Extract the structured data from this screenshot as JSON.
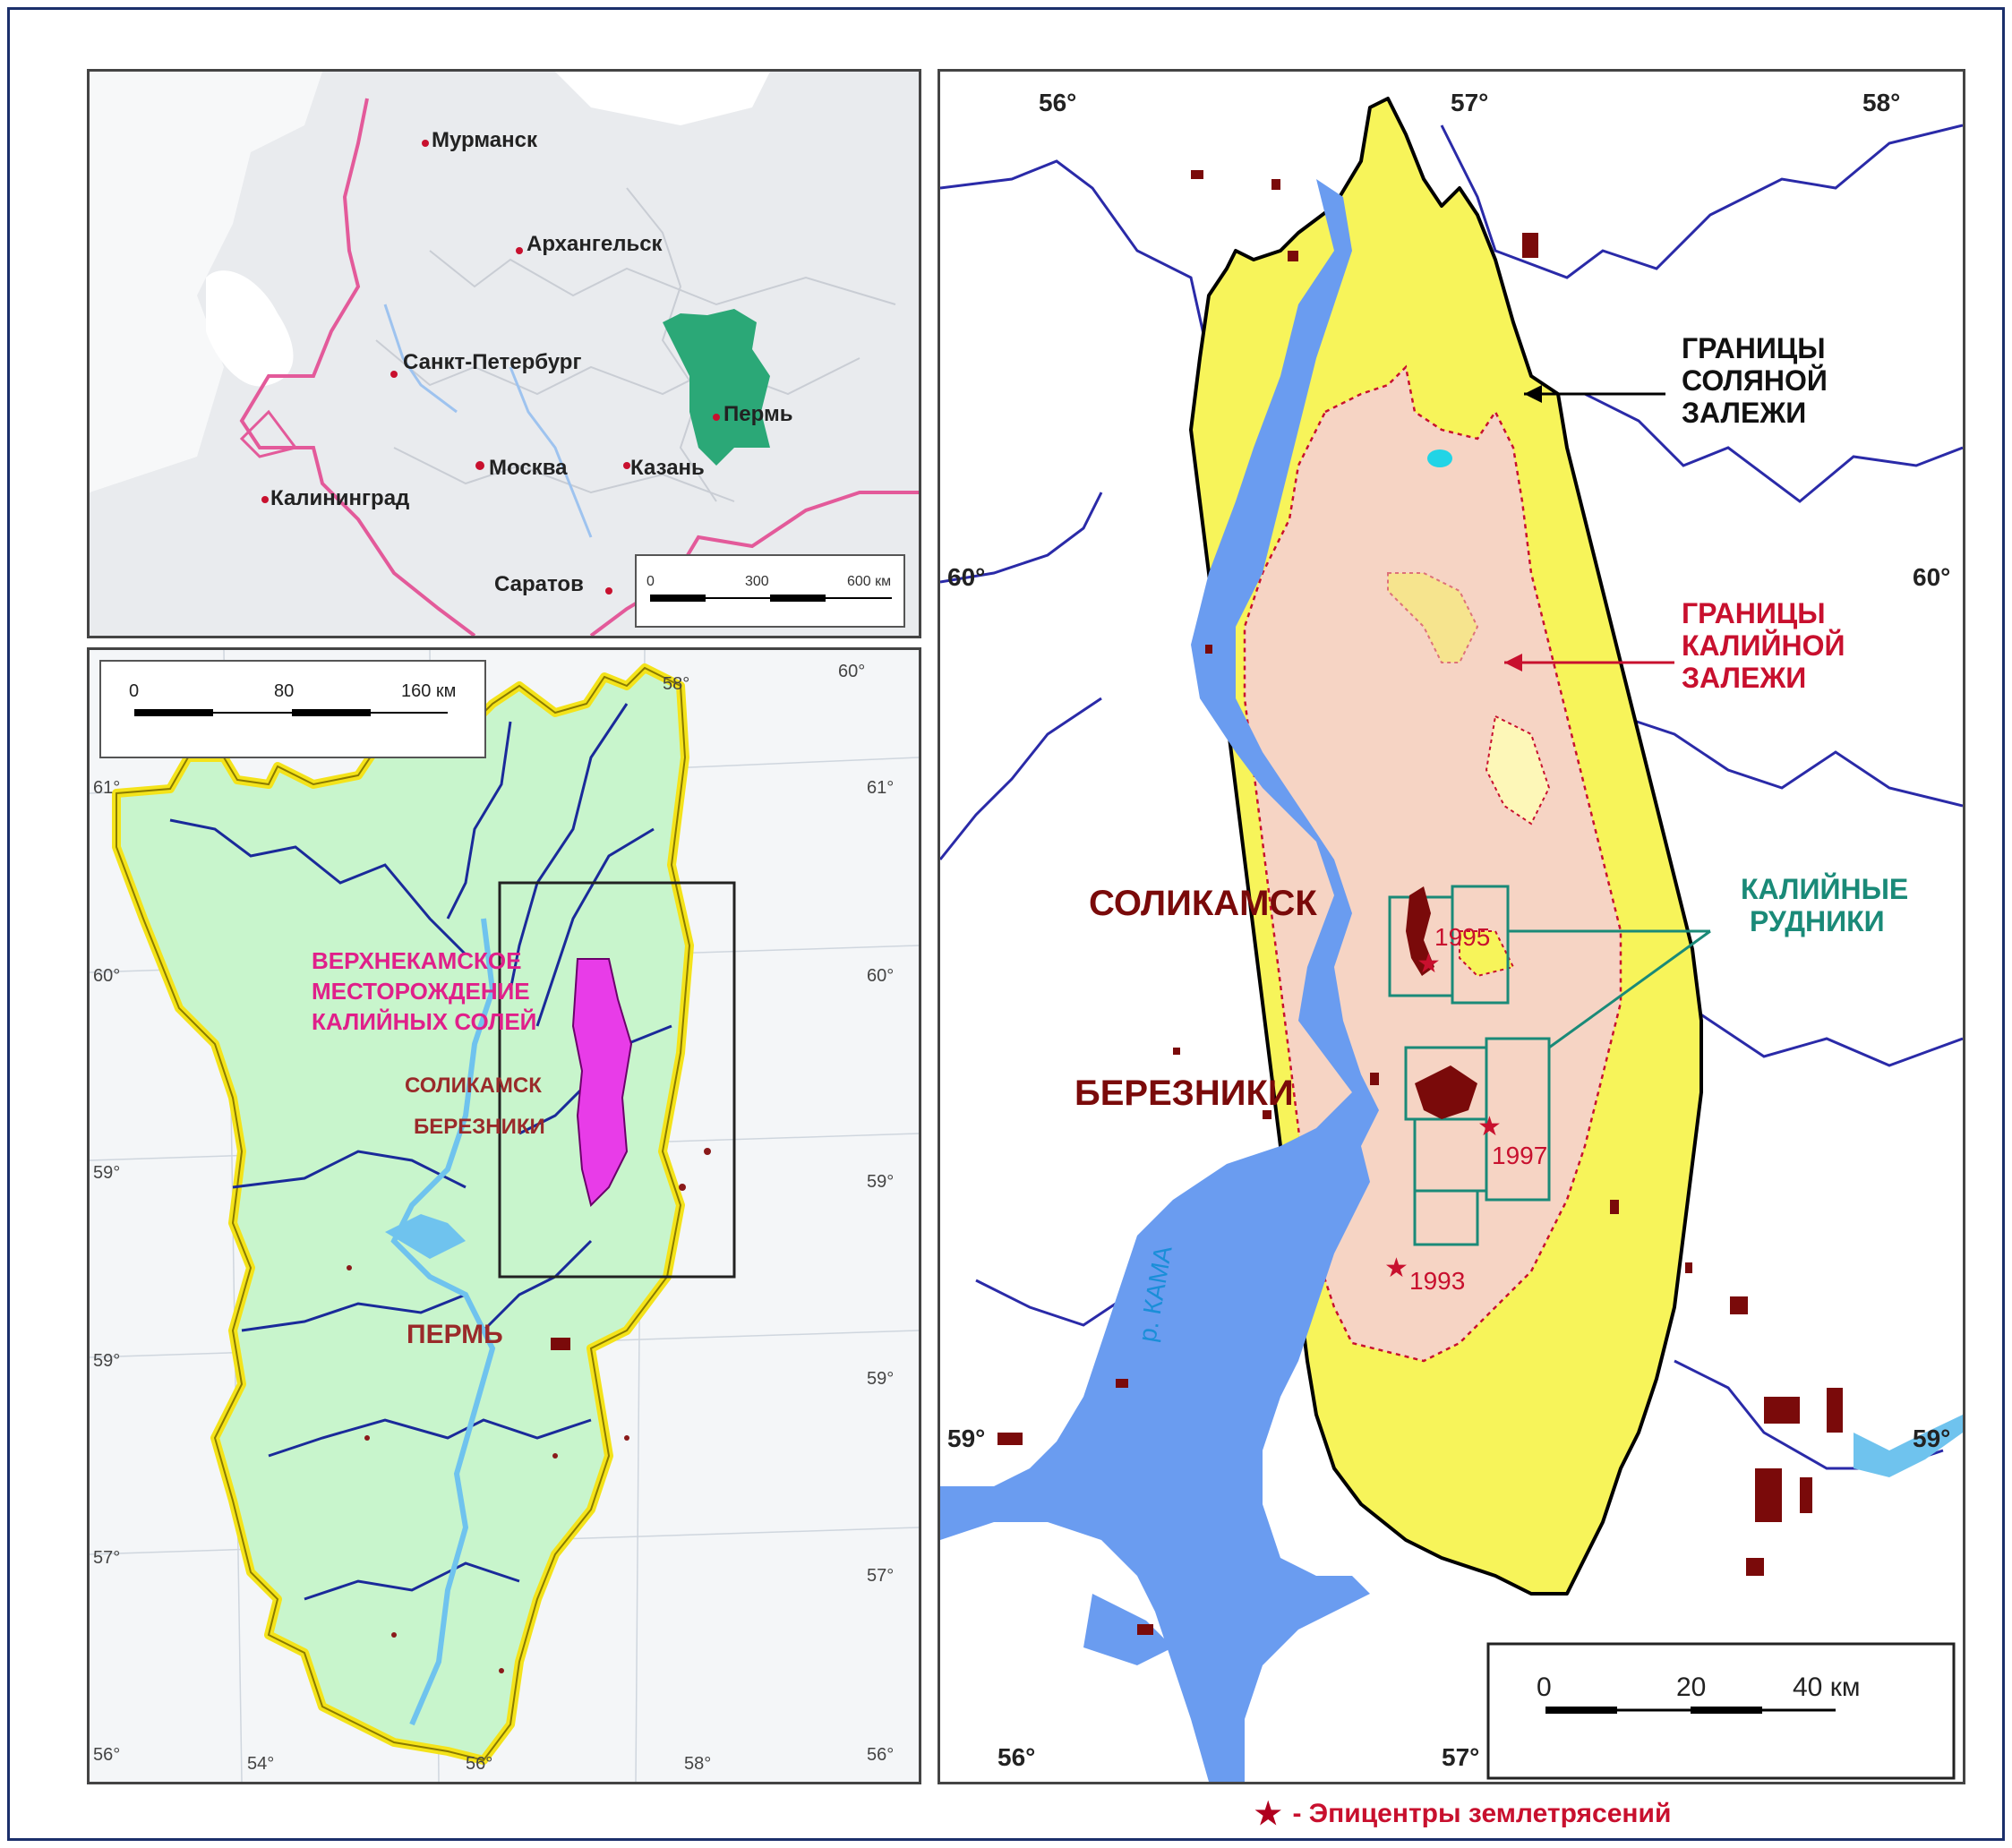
{
  "inset_russia": {
    "cities": [
      "Мурманск",
      "Архангельск",
      "Санкт-Петербург",
      "Пермь",
      "Москва",
      "Казань",
      "Калининград",
      "Саратов"
    ],
    "scale": {
      "ticks": [
        "0",
        "300",
        "600 км"
      ]
    }
  },
  "perm_region": {
    "scale": {
      "ticks": [
        "0",
        "80",
        "160 км"
      ]
    },
    "lat_labels_left": [
      "61°",
      "60°",
      "59°",
      "59°",
      "57°",
      "56°"
    ],
    "lat_labels_right": [
      "61°",
      "60°",
      "59°",
      "59°",
      "57°",
      "56°"
    ],
    "lon_labels_bottom": [
      "54°",
      "56°",
      "58°"
    ],
    "lon_labels_top": [
      "58°",
      "60°"
    ],
    "deposit_label": [
      "ВЕРХНЕКАМСКОЕ",
      "МЕСТОРОЖДЕНИЕ",
      "КАЛИЙНЫХ СОЛЕЙ"
    ],
    "solikamsk": "СОЛИКАМСК",
    "berezniki": "БЕРЕЗНИКИ",
    "perm": "ПЕРМЬ"
  },
  "deposit_map": {
    "lon_top": [
      "56°",
      "57°",
      "58°"
    ],
    "lon_bottom": [
      "56°",
      "57°"
    ],
    "lat_left": [
      "60°",
      "59°"
    ],
    "lat_right": [
      "60°",
      "59°"
    ],
    "salt_boundary": [
      "ГРАНИЦЫ",
      "СОЛЯНОЙ",
      "ЗАЛЕЖИ"
    ],
    "potash_boundary": [
      "ГРАНИЦЫ",
      "КАЛИЙНОЙ",
      "ЗАЛЕЖИ"
    ],
    "mines": [
      "КАЛИЙНЫЕ",
      "РУДНИКИ"
    ],
    "solikamsk": "СОЛИКАМСК",
    "berezniki": "БЕРЕЗНИКИ",
    "river": "р. КАМА",
    "years": [
      "1995",
      "1997",
      "1993"
    ],
    "scale": {
      "ticks": [
        "0",
        "20",
        "40 км"
      ]
    }
  },
  "legend": {
    "star": "★",
    "text": "- Эпицентры землетрясений"
  },
  "colors": {
    "salt_yellow": "#f7f45a",
    "potash_pink": "#f6d4c4",
    "region_green": "#c8f5cc",
    "river_blue": "#6a9cf0",
    "rail_blue": "#1a2a9a",
    "label_red": "#c8102e",
    "city_dark": "#7a0a0a",
    "mine_teal": "#1a8a78",
    "deposit_magenta": "#e83ce8",
    "perm_green": "#2ba877"
  }
}
